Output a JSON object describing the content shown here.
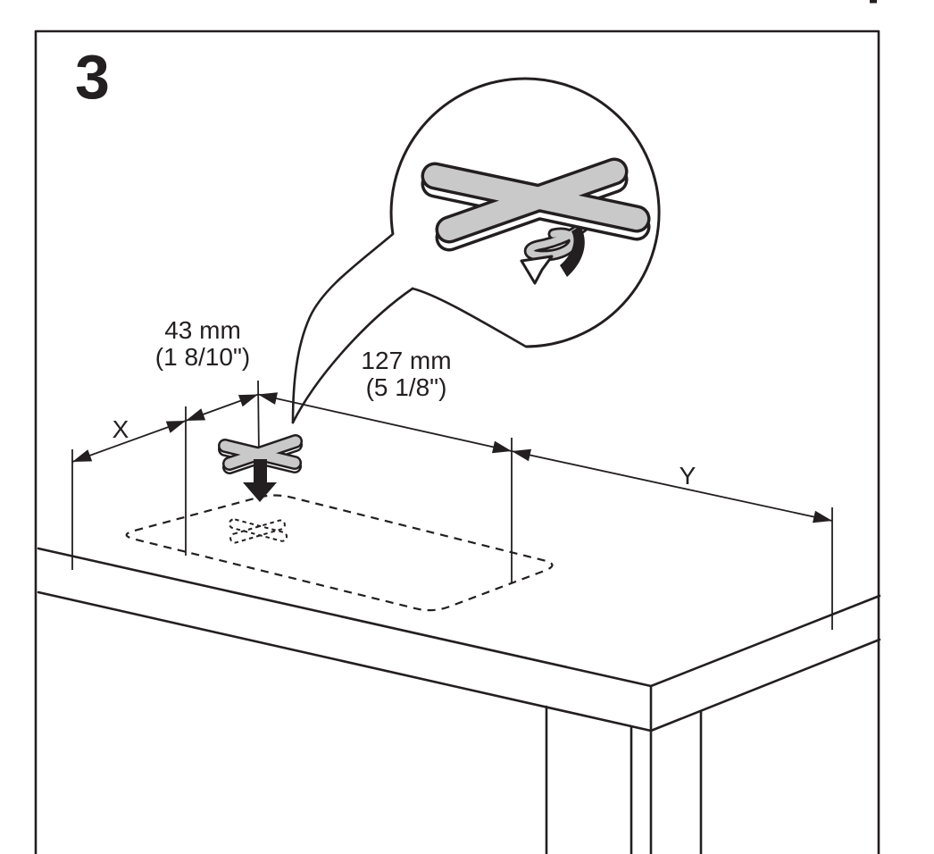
{
  "step": {
    "number": "3"
  },
  "dimensions": {
    "dim_43": {
      "metric": "43 mm",
      "imperial": "(1 8/10\")"
    },
    "dim_127": {
      "metric": "127 mm",
      "imperial": "(5 1/8\")"
    },
    "x_label": "X",
    "y_label": "Y"
  },
  "colors": {
    "line": "#231f20",
    "part_fill": "#c9c9ca",
    "background": "#ffffff"
  },
  "icons": {
    "detail_bubble": "magnifier-detail-circle",
    "rotate": "rotate-fitting-arrow",
    "insert": "thick-down-arrow",
    "part_large": "x-cross-fitting-large",
    "part_small": "x-cross-fitting-small",
    "target": "dashed-cross-outline",
    "measure": "dimension-arrowheads"
  }
}
